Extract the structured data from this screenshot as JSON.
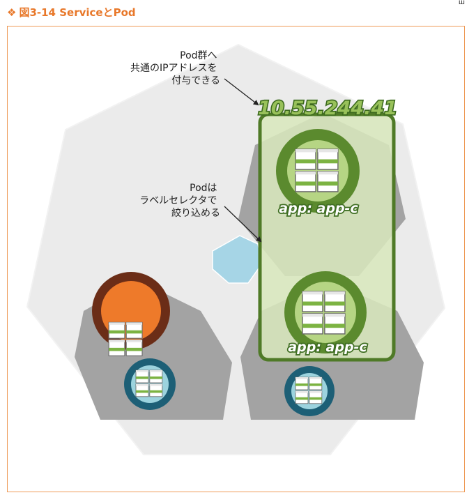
{
  "figure": {
    "caption_prefix": "図3-14",
    "caption_title": "ServiceとPod",
    "corner_mark": "ш"
  },
  "annotations": {
    "service_ip": [
      "Pod群へ",
      "共通のIPアドレスを",
      "付与できる"
    ],
    "label_selector": [
      "Podは",
      "ラベルセレクタで",
      "絞り込める"
    ]
  },
  "service": {
    "ip": "10.55.244.41"
  },
  "pods": {
    "selected_label_1": "app: app-c",
    "selected_label_2": "app: app-c"
  },
  "colors": {
    "accent": "#E8782A",
    "frame": "#EE9A56",
    "cluster": "#EBEBEB",
    "node": "#A3A3A3",
    "service_fill": "#D9E8BD",
    "service_stroke": "#4F7A27",
    "pod_green": "#5B8A2E",
    "pod_orange_ring": "#6B2D17",
    "pod_orange": "#EE7A2A",
    "pod_teal_ring": "#1D5F76",
    "pod_teal": "#9CD3DE",
    "network": "#A6D5E6"
  },
  "icons": [
    "diamond-bullet-icon",
    "container-cube-icon"
  ]
}
